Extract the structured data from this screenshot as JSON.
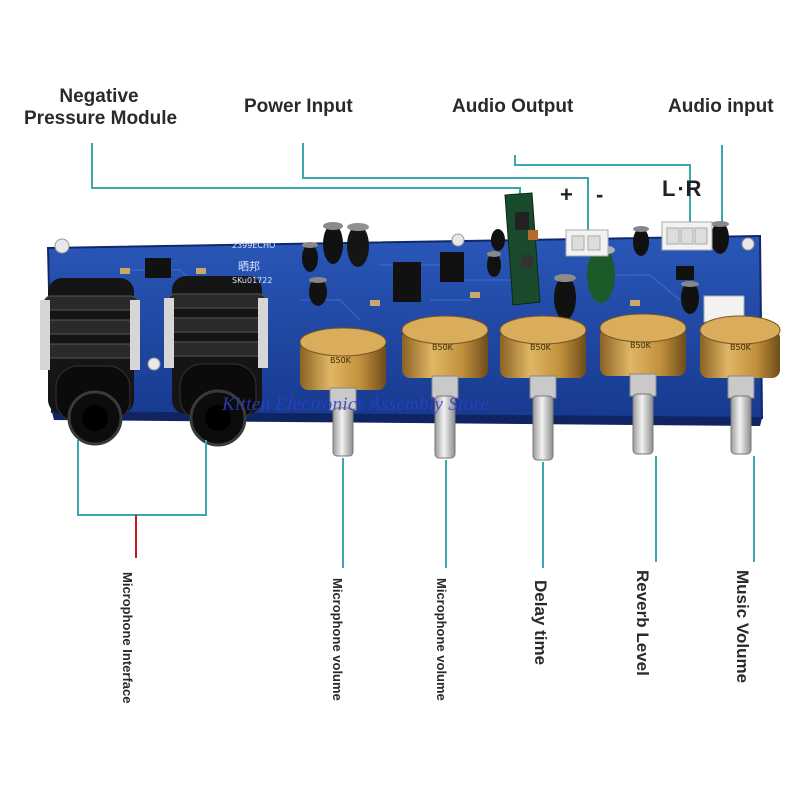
{
  "top_labels": {
    "negative_pressure": [
      "Negative",
      "Pressure Module"
    ],
    "power_input": "Power Input",
    "audio_output": "Audio Output",
    "audio_input": "Audio input"
  },
  "pins": {
    "plus": "+",
    "minus": "-",
    "lr": "L∙R"
  },
  "board_silk": {
    "model": "2399ECHO",
    "brand": "晒邦",
    "sku": "SKu01722",
    "pot_value": "B50K"
  },
  "watermark": "Kitten Electronics Assembly Store",
  "bottom_labels": [
    "Microphone Interface",
    "Microphone volume",
    "Microphone volume",
    "Delay time",
    "Reverb Level",
    "Music Volume"
  ],
  "colors": {
    "board": "#1b3f9a",
    "leader_line": "#3aa6b0",
    "red_line": "#c21d1d",
    "pot_brass": "#b98a3b"
  }
}
